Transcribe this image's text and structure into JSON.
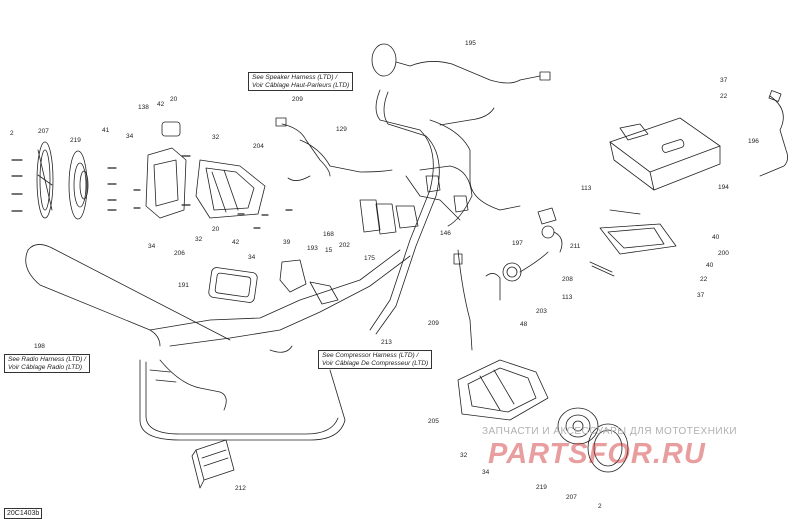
{
  "diagram": {
    "code": "20C1403b",
    "references": {
      "speaker": [
        "See Speaker Harness (LTD) /",
        "Voir Câblage Haut-Parleurs (LTD)"
      ],
      "radio": [
        "See Radio Harness (LTD) /",
        "Voir Câblage Radio (LTD)"
      ],
      "compressor": [
        "See Compressor Harness (LTD) /",
        "Voir Câblage De Compresseur (LTD)"
      ]
    },
    "watermark": {
      "line": "ЗАПЧАСТИ И АКСЕССУАРЫ ДЛЯ МОТОТЕХНИКИ",
      "logo": "PARTSFOR.RU"
    },
    "callouts": [
      "2",
      "207",
      "219",
      "41",
      "34",
      "138",
      "42",
      "20",
      "32",
      "204",
      "206",
      "20",
      "42",
      "34",
      "32",
      "39",
      "34",
      "193",
      "15",
      "191",
      "209",
      "129",
      "168",
      "202",
      "175",
      "146",
      "195",
      "37",
      "22",
      "196",
      "194",
      "113",
      "211",
      "197",
      "208",
      "200",
      "40",
      "40",
      "22",
      "37",
      "113",
      "209",
      "203",
      "48",
      "213",
      "198",
      "212",
      "205",
      "32",
      "34",
      "219",
      "207",
      "2"
    ]
  },
  "colors": {
    "line": "#222222",
    "ink": "#222222",
    "watermark": "#cd2828"
  }
}
